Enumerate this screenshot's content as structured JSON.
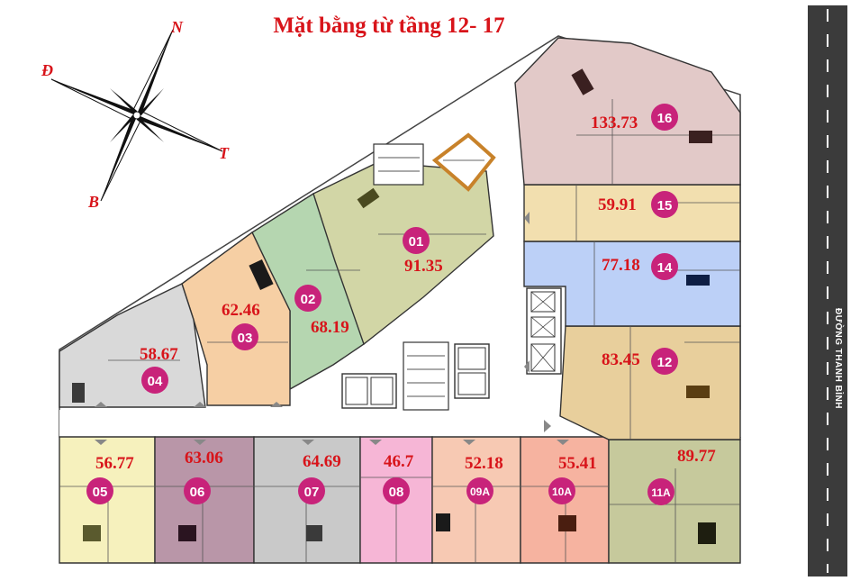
{
  "title": "Mặt bằng từ tầng 12- 17",
  "compass": {
    "n": "N",
    "d": "Đ",
    "t": "T",
    "b": "B"
  },
  "road_label": "ĐƯỜNG THANH BÌNH",
  "units": [
    {
      "code": "01",
      "area": "91.35",
      "color": "#d2d6a6"
    },
    {
      "code": "02",
      "area": "68.19",
      "color": "#b5d6b0"
    },
    {
      "code": "03",
      "area": "62.46",
      "color": "#f6cfa4"
    },
    {
      "code": "04",
      "area": "58.67",
      "color": "#d9d9d9"
    },
    {
      "code": "05",
      "area": "56.77",
      "color": "#f6f1bd"
    },
    {
      "code": "06",
      "area": "63.06",
      "color": "#b996a8"
    },
    {
      "code": "07",
      "area": "64.69",
      "color": "#c9c9c9"
    },
    {
      "code": "08",
      "area": "46.7",
      "color": "#f6b6d6"
    },
    {
      "code": "09A",
      "area": "52.18",
      "color": "#f7c9b3"
    },
    {
      "code": "10A",
      "area": "55.41",
      "color": "#f6b3a0"
    },
    {
      "code": "11A",
      "area": "89.77",
      "color": "#c6c99c"
    },
    {
      "code": "12",
      "area": "83.45",
      "color": "#e8cf9c"
    },
    {
      "code": "14",
      "area": "77.18",
      "color": "#bcd0f7"
    },
    {
      "code": "15",
      "area": "59.91",
      "color": "#f2dfaf"
    },
    {
      "code": "16",
      "area": "133.73",
      "color": "#e2c9c8"
    }
  ],
  "colors": {
    "accent": "#d8141a",
    "badge": "#c8237a",
    "road": "#3b3b3b"
  }
}
